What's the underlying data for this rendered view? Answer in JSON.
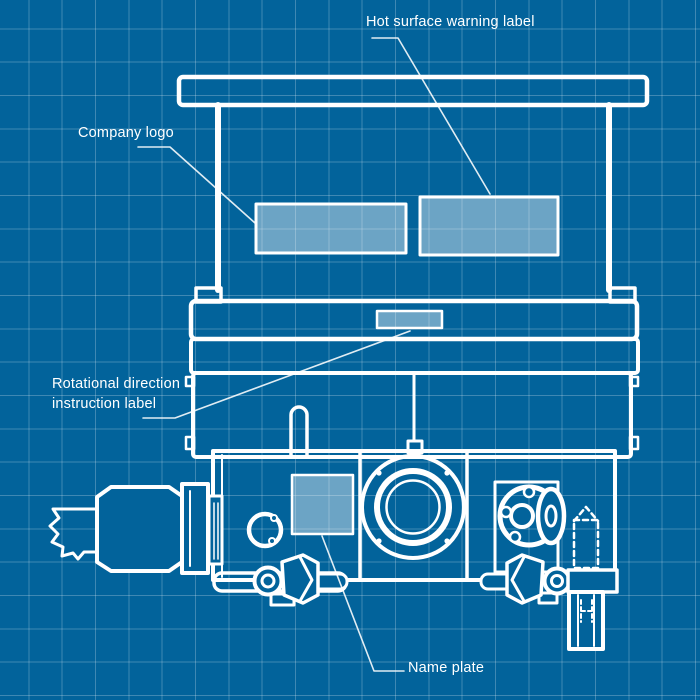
{
  "diagram": {
    "type": "blueprint-technical-diagram",
    "subject": "Pump front view with label placement callouts",
    "colors": {
      "background": "#02639B",
      "grid_line": "rgba(255,255,255,0.24)",
      "outline": "#FFFFFF",
      "label_plate_fill": "rgba(255,255,255,0.42)",
      "text": "#FFFFFF"
    },
    "annotations": {
      "hot_surface_warning": "Hot surface warning label",
      "company_logo": "Company logo",
      "rotational_direction": "Rotational direction\ninstruction label",
      "name_plate": "Name plate"
    },
    "parts": [
      "top-plate",
      "left-support-column",
      "right-support-column",
      "company-logo-plate",
      "hot-surface-warning-plate",
      "upper-collar",
      "rotational-label-plate",
      "mid-band",
      "mid-body",
      "vent-slot",
      "lower-housing",
      "name-plate",
      "inlet-flange",
      "purge-port",
      "side-panel",
      "cooling-flange",
      "power-connector",
      "cable",
      "rail",
      "drain-valve",
      "exhaust-elbow",
      "exhaust-pipe"
    ]
  }
}
